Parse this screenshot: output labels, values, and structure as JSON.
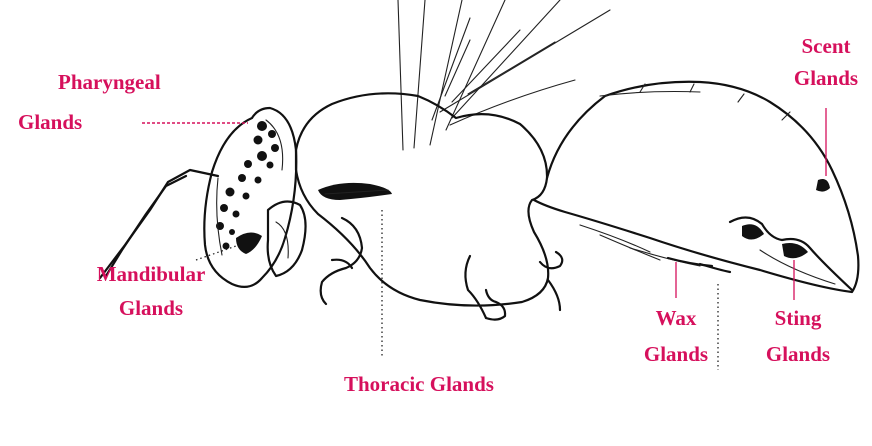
{
  "colors": {
    "label": "#d6105c",
    "outline": "#111111",
    "background": "#ffffff"
  },
  "labels": {
    "pharyngeal": [
      "Pharyngeal",
      "Glands"
    ],
    "scent": [
      "Scent",
      "Glands"
    ],
    "mandibular": [
      "Mandibular",
      "Glands"
    ],
    "thoracic": "Thoracic Glands",
    "wax": [
      "Wax",
      "Glands"
    ],
    "sting": [
      "Sting",
      "Glands"
    ]
  }
}
